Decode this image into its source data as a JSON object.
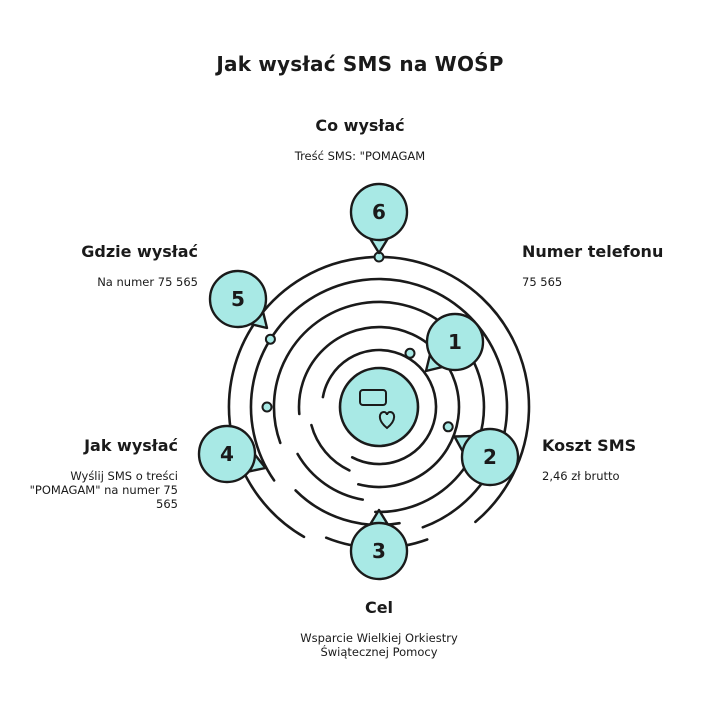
{
  "title": "Jak wysłać SMS na WOŚP",
  "colors": {
    "bubble": "#a8e9e5",
    "ink": "#1a1a1a",
    "background": "#ffffff"
  },
  "center_icons": [
    "sms-card-icon",
    "heart-icon"
  ],
  "steps": [
    {
      "number": "1",
      "heading": "Numer telefonu",
      "text": "75 565"
    },
    {
      "number": "2",
      "heading": "Koszt SMS",
      "text": "2,46 zł brutto"
    },
    {
      "number": "3",
      "heading": "Cel",
      "text": "Wsparcie Wielkiej Orkiestry Świątecznej Pomocy"
    },
    {
      "number": "4",
      "heading": "Jak wysłać",
      "text": "Wyślij SMS o treści \"POMAGAM\" na numer 75 565"
    },
    {
      "number": "5",
      "heading": "Gdzie wysłać",
      "text": "Na numer 75 565"
    },
    {
      "number": "6",
      "heading": "Co wysłać",
      "text": "Treść SMS: \"POMAGAM"
    }
  ]
}
